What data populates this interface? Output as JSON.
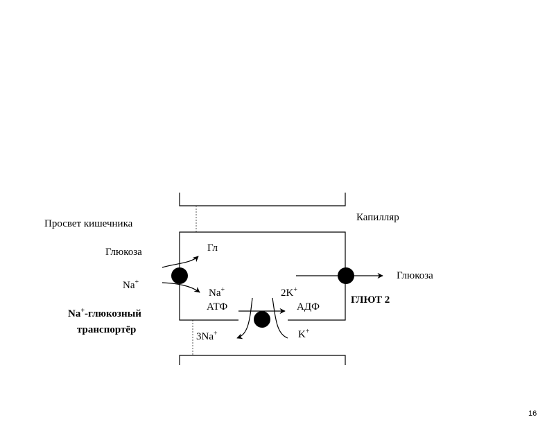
{
  "labels": {
    "lumen": "Просвет кишечника",
    "capillary": "Капилляр",
    "glucose_left": "Глюкоза",
    "gl": "Гл",
    "na": "Na",
    "plus": "+",
    "na_inside": "Na",
    "atf": "АТФ",
    "two_k": "2K",
    "adf": "АДФ",
    "three_na": "3Na",
    "k": "K",
    "glut2": "ГЛЮТ 2",
    "glucose_right": "Глюкоза",
    "transporter_line1_na": "Na",
    "transporter_line1_rest": "-глюкозный",
    "transporter_line2": "транспортёр"
  },
  "slide_number": "16"
}
